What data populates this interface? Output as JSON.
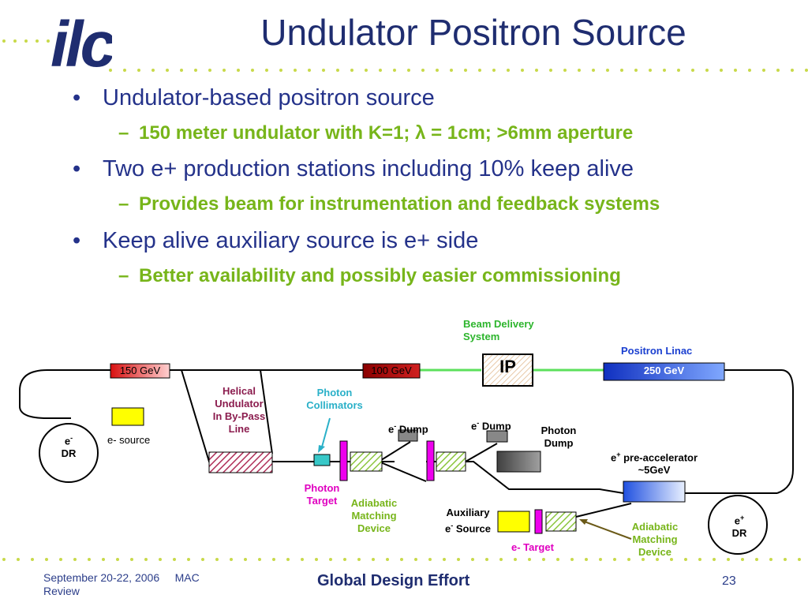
{
  "logo": {
    "text": "ilc"
  },
  "title": "Undulator Positron Source",
  "bullets": [
    {
      "text": "Undulator-based positron source",
      "sub": "150 meter undulator with K=1; λ = 1cm; >6mm aperture"
    },
    {
      "text": "Two e+ production stations including 10% keep alive",
      "sub": "Provides beam for instrumentation and feedback systems"
    },
    {
      "text": "Keep alive auxiliary source is e+ side",
      "sub": "Better availability and possibly easier commissioning"
    }
  ],
  "diagram": {
    "beam_delivery_1": "Beam Delivery",
    "beam_delivery_2": "System",
    "positron_linac": "Positron Linac",
    "ip": "IP",
    "gev150": "150 GeV",
    "gev100": "100 GeV",
    "gev250": "250 GeV",
    "helical_1": "Helical",
    "helical_2": "Undulator",
    "helical_3": "In By-Pass",
    "helical_4": "Line",
    "photon_coll_1": "Photon",
    "photon_coll_2": "Collimators",
    "e_dr_1": "e",
    "e_dr_sup": "-",
    "e_dr_2": "DR",
    "e_source": "e- source",
    "dump1": "e",
    "dump1_sup": "-",
    "dump1_rest": " Dump",
    "dump2": "e",
    "dump2_sup": "-",
    "dump2_rest": " Dump",
    "photon_dump_1": "Photon",
    "photon_dump_2": "Dump",
    "preacc_1": "e",
    "preacc_sup": "+",
    "preacc_rest": " pre-accelerator",
    "preacc_2": "~5GeV",
    "photon_target_1": "Photon",
    "photon_target_2": "Target",
    "amd_1": "Adiabatic",
    "amd_2": "Matching",
    "amd_3": "Device",
    "aux_1": "Auxiliary",
    "aux_2a": "e",
    "aux_2sup": "-",
    "aux_2b": " Source",
    "e_target": "e- Target",
    "amd2_1": "Adiabatic",
    "amd2_2": "Matching",
    "amd2_3": "Device",
    "ep_dr_1": "e",
    "ep_dr_sup": "+",
    "ep_dr_2": "DR"
  },
  "footer": {
    "date": "September 20-22, 2006",
    "event": "MAC",
    "event2": "Review",
    "center": "Global Design Effort",
    "page": "23"
  },
  "colors": {
    "title": "#1f2d70",
    "bullet_text": "#24328a",
    "sub_text": "#77b51a",
    "dots": "#c8d94a",
    "beam_delivery": "#2db52d",
    "positron_linac": "#1a3fd0",
    "helical": "#8b1c4e",
    "photon_label": "#2ab0c8",
    "target_label": "#e000c0",
    "amd_label": "#77b51a"
  }
}
